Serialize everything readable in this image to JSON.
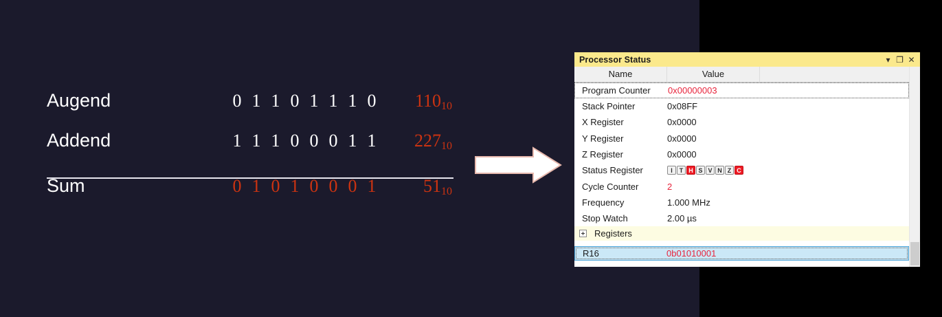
{
  "colors": {
    "slide_background": "#1b1a2c",
    "overlay": "#000000",
    "accent_red": "#cc3311",
    "value_red": "#e8243c",
    "titlebar_yellow": "#fbe98c",
    "selection_blue": "#cbe8f7",
    "flag_set_red": "#ee1b24"
  },
  "addition": {
    "rows": [
      {
        "label": "Augend",
        "bits": [
          "0",
          "1",
          "1",
          "0",
          "1",
          "1",
          "1",
          "0"
        ],
        "decimal": "110",
        "decimal_sub": "10",
        "bits_color": "white"
      },
      {
        "label": "Addend",
        "bits": [
          "1",
          "1",
          "1",
          "0",
          "0",
          "0",
          "1",
          "1"
        ],
        "decimal": "227",
        "decimal_sub": "10",
        "bits_color": "white"
      },
      {
        "label": "Sum",
        "bits": [
          "0",
          "1",
          "0",
          "1",
          "0",
          "0",
          "0",
          "1"
        ],
        "decimal": "51",
        "decimal_sub": "10",
        "bits_color": "red"
      }
    ]
  },
  "arrow": {
    "icon": "right-arrow-icon",
    "direction": "right"
  },
  "processor_status": {
    "title": "Processor Status",
    "window_buttons": [
      {
        "name": "dropdown-menu-button",
        "glyph": "▾"
      },
      {
        "name": "maximize-button",
        "glyph": "❐"
      },
      {
        "name": "close-button",
        "glyph": "✕"
      }
    ],
    "columns": [
      "Name",
      "Value"
    ],
    "rows": [
      {
        "name": "Program Counter",
        "value": "0x00000003",
        "value_style": "red",
        "focused": true
      },
      {
        "name": "Stack Pointer",
        "value": "0x08FF",
        "value_style": "normal"
      },
      {
        "name": "X Register",
        "value": "0x0000",
        "value_style": "normal"
      },
      {
        "name": "Y Register",
        "value": "0x0000",
        "value_style": "normal"
      },
      {
        "name": "Z Register",
        "value": "0x0000",
        "value_style": "normal"
      },
      {
        "name": "Status Register",
        "value": "",
        "value_style": "flags"
      },
      {
        "name": "Cycle Counter",
        "value": "2",
        "value_style": "red"
      },
      {
        "name": "Frequency",
        "value": "1.000 MHz",
        "value_style": "normal"
      },
      {
        "name": "Stop Watch",
        "value": "2.00 µs",
        "value_style": "normal"
      }
    ],
    "status_flags": [
      {
        "letter": "I",
        "set": false
      },
      {
        "letter": "T",
        "set": false
      },
      {
        "letter": "H",
        "set": true
      },
      {
        "letter": "S",
        "set": false
      },
      {
        "letter": "V",
        "set": false
      },
      {
        "letter": "N",
        "set": false
      },
      {
        "letter": "Z",
        "set": false
      },
      {
        "letter": "C",
        "set": true
      }
    ],
    "group_row": {
      "label": "Registers",
      "expander": "plus-box-icon",
      "expanded": false
    },
    "selected_row": {
      "name": "R16",
      "value": "0b01010001"
    }
  }
}
